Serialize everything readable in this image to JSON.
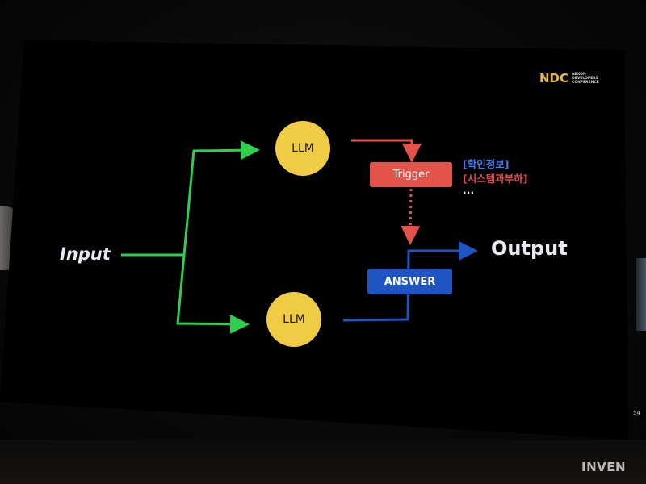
{
  "slide": {
    "logo": {
      "mark": "NDC",
      "line1": "NEXON",
      "line2": "DEVELOPERS",
      "line3": "CONFERENCE"
    },
    "slide_number": "54"
  },
  "diagram": {
    "input_label": "Input",
    "output_label": "Output",
    "llm_top_label": "LLM",
    "llm_bottom_label": "LLM",
    "trigger_label": "Trigger",
    "answer_label": "ANSWER",
    "notes": [
      "[확인정보]",
      "[시스템과부하]",
      "..."
    ],
    "colors": {
      "input_arrows": "#2fcf4e",
      "trigger_path": "#e45349",
      "answer_path": "#1f55c2",
      "llm_fill": "#f0cc45",
      "note_blue": "#3f7df2",
      "note_red": "#e04c4c"
    }
  },
  "watermark": "INVEN"
}
